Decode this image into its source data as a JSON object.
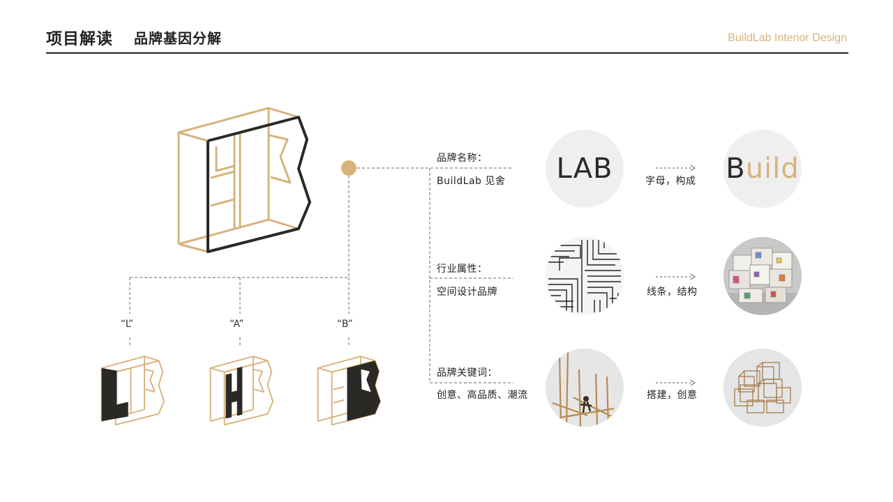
{
  "header": {
    "title": "项目解读",
    "subtitle": "品牌基因分解",
    "brand": "BuildLab Interior Design"
  },
  "colors": {
    "accent": "#D8B27C",
    "dark": "#2B2926",
    "circle_bg": "#EFEFEF",
    "dash": "#666666"
  },
  "letters": [
    {
      "quote": "“L”"
    },
    {
      "quote": "“A”"
    },
    {
      "quote": "“B”"
    }
  ],
  "rows": [
    {
      "label": "品牌名称：",
      "value": "BuildLab 见舍",
      "transform": "字母，构成"
    },
    {
      "label": "行业属性：",
      "value": "空间设计品牌",
      "transform": "线条，结构"
    },
    {
      "label": "品牌关键词：",
      "value": "创意、高品质、潮流",
      "transform": "搭建，创意"
    }
  ],
  "circles": {
    "lab_text": "LAB",
    "build_first": "B",
    "build_rest": "uild"
  },
  "icons": {
    "main_logo": "isometric-b-logo-icon",
    "arrow": "dashed-arrow-icon"
  }
}
